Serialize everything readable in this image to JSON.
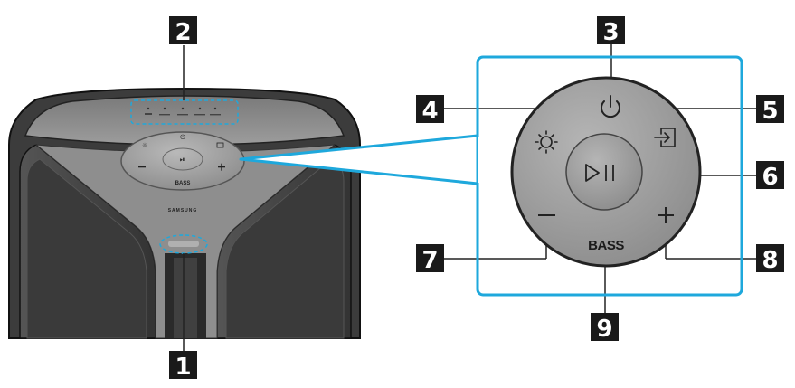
{
  "callouts": [
    {
      "number": "1",
      "part": "status-led"
    },
    {
      "number": "2",
      "part": "indicator-panel"
    },
    {
      "number": "3",
      "part": "power-button"
    },
    {
      "number": "4",
      "part": "light-button"
    },
    {
      "number": "5",
      "part": "source-button"
    },
    {
      "number": "6",
      "part": "play-pause-button"
    },
    {
      "number": "7",
      "part": "volume-down-button"
    },
    {
      "number": "8",
      "part": "volume-up-button"
    },
    {
      "number": "9",
      "part": "bass-button"
    }
  ],
  "panel": {
    "bass_label": "BASS",
    "brand": "SAMSUNG",
    "indicator_labels": [
      "",
      "",
      "",
      "",
      "",
      ""
    ]
  },
  "colors": {
    "accent": "#1ea8dc",
    "callout_bg": "#1a1a1a",
    "callout_text": "#ffffff",
    "speaker_body": "#3a3a3a",
    "panel_gray": "#9a9a9a"
  },
  "icons": {
    "power": "power-icon",
    "light": "sun-icon",
    "source": "input-source-icon",
    "play_pause": "play-pause-icon",
    "minus": "minus-icon",
    "plus": "plus-icon"
  }
}
